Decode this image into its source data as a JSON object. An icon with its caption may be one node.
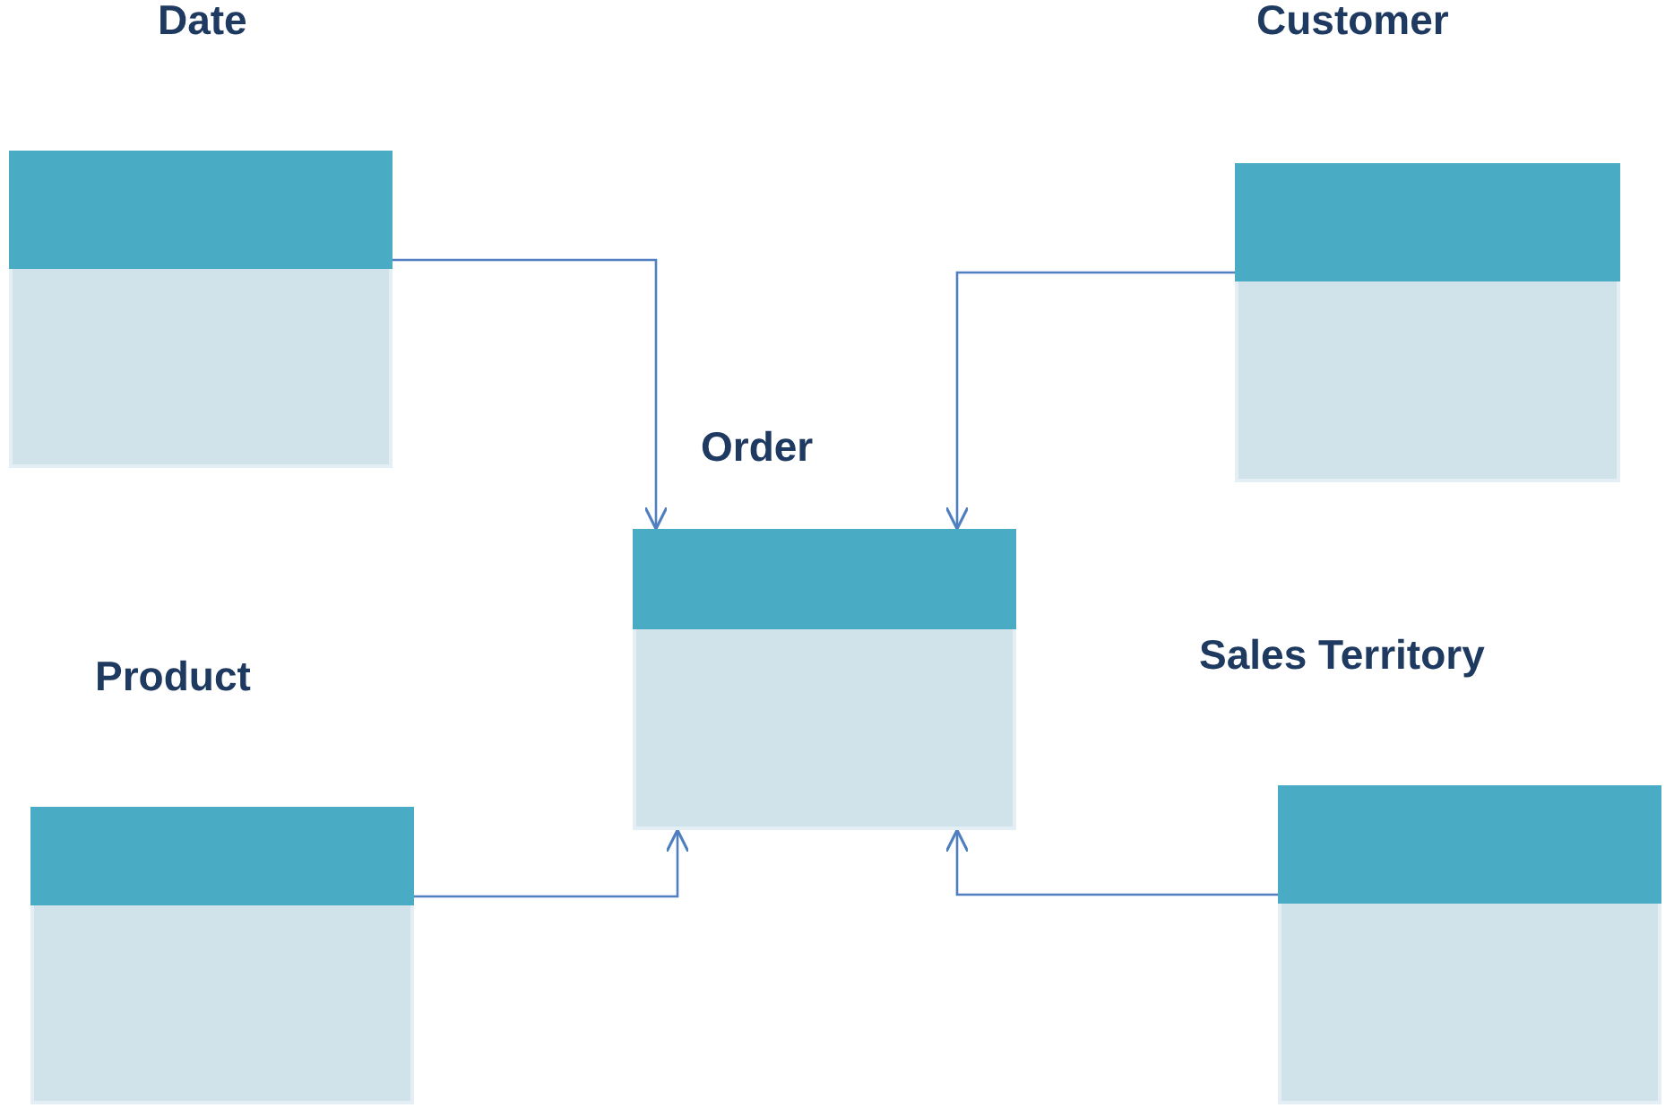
{
  "diagram": {
    "nodes": [
      {
        "text": [
          "Date"
        ]
      },
      {
        "text": [
          "Customer"
        ]
      },
      {
        "text": [
          "Order"
        ]
      },
      {
        "text": [
          "Product"
        ]
      },
      {
        "text": [
          "Sales Territory"
        ]
      }
    ],
    "edges": [
      {
        "from": 0,
        "to": 2,
        "arrow": "to"
      },
      {
        "from": 1,
        "to": 2,
        "arrow": "to"
      },
      {
        "from": 3,
        "to": 2,
        "arrow": "to"
      },
      {
        "from": 4,
        "to": 2,
        "arrow": "to"
      }
    ]
  }
}
